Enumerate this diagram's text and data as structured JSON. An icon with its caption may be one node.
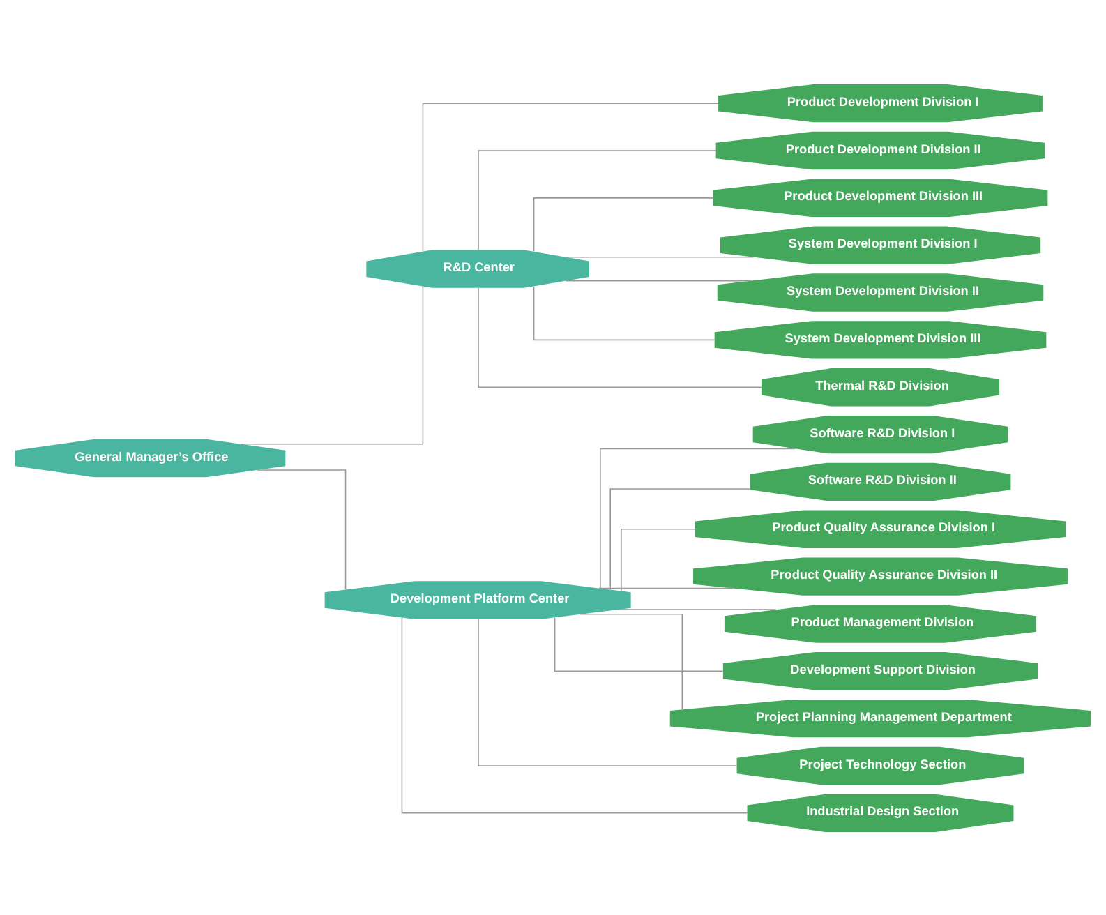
{
  "diagram": {
    "nodes": [
      {
        "text": [
          "General Manager’s Office"
        ]
      },
      {
        "text": [
          "R&D Center"
        ]
      },
      {
        "text": [
          "Product Development Division I"
        ]
      },
      {
        "text": [
          "Product Development Division II"
        ]
      },
      {
        "text": [
          "Product Development Division III"
        ]
      },
      {
        "text": [
          "System Development Division I"
        ]
      },
      {
        "text": [
          "System Development Division II"
        ]
      },
      {
        "text": [
          "System Development Division III"
        ]
      },
      {
        "text": [
          "Thermal R&D Division"
        ]
      },
      {
        "text": [
          "Development Platform Center"
        ]
      },
      {
        "text": [
          "Software R&D Division I"
        ]
      },
      {
        "text": [
          "Software R&D Division II"
        ]
      },
      {
        "text": [
          "Product Quality Assurance Division I"
        ]
      },
      {
        "text": [
          "Product Quality Assurance Division II"
        ]
      },
      {
        "text": [
          "Product Management Division"
        ]
      },
      {
        "text": [
          "Development Support Division"
        ]
      },
      {
        "text": [
          "Project Planning Management Department"
        ]
      },
      {
        "text": [
          "Project Technology Section"
        ]
      },
      {
        "text": [
          "Industrial Design Section"
        ]
      }
    ],
    "edges": [
      {
        "from": 0,
        "to": 1,
        "arrow": "none"
      },
      {
        "from": 0,
        "to": 9,
        "arrow": "none"
      },
      {
        "from": 1,
        "to": 2,
        "arrow": "none"
      },
      {
        "from": 1,
        "to": 3,
        "arrow": "none"
      },
      {
        "from": 1,
        "to": 4,
        "arrow": "none"
      },
      {
        "from": 1,
        "to": 5,
        "arrow": "none"
      },
      {
        "from": 1,
        "to": 6,
        "arrow": "none"
      },
      {
        "from": 1,
        "to": 7,
        "arrow": "none"
      },
      {
        "from": 1,
        "to": 8,
        "arrow": "none"
      },
      {
        "from": 9,
        "to": 10,
        "arrow": "none"
      },
      {
        "from": 9,
        "to": 11,
        "arrow": "none"
      },
      {
        "from": 9,
        "to": 12,
        "arrow": "none"
      },
      {
        "from": 9,
        "to": 13,
        "arrow": "none"
      },
      {
        "from": 9,
        "to": 14,
        "arrow": "none"
      },
      {
        "from": 9,
        "to": 15,
        "arrow": "none"
      },
      {
        "from": 9,
        "to": 16,
        "arrow": "none"
      },
      {
        "from": 9,
        "to": 17,
        "arrow": "none"
      },
      {
        "from": 9,
        "to": 18,
        "arrow": "none"
      }
    ]
  }
}
